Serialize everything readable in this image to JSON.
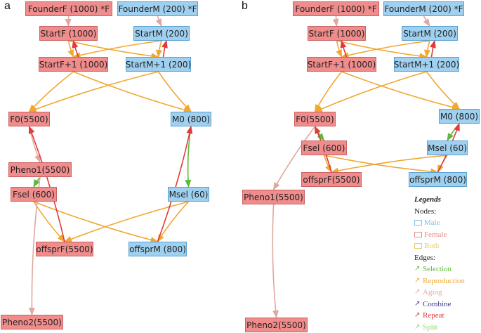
{
  "panels": [
    {
      "label": "a",
      "nodes": [
        {
          "id": "a_founderF",
          "label": "FounderF (1000) *F",
          "sex": "female"
        },
        {
          "id": "a_founderM",
          "label": "FounderM (200) *F",
          "sex": "male"
        },
        {
          "id": "a_startF",
          "label": "StartF (1000)",
          "sex": "female"
        },
        {
          "id": "a_startM",
          "label": "StartM (200)",
          "sex": "male"
        },
        {
          "id": "a_startF1",
          "label": "StartF+1 (1000)",
          "sex": "female"
        },
        {
          "id": "a_startM1",
          "label": "StartM+1 (200)",
          "sex": "male"
        },
        {
          "id": "a_f0",
          "label": "F0(5500)",
          "sex": "female"
        },
        {
          "id": "a_m0",
          "label": "M0 (800)",
          "sex": "male"
        },
        {
          "id": "a_pheno1",
          "label": "Pheno1(5500)",
          "sex": "female"
        },
        {
          "id": "a_fsel",
          "label": "Fsel (600)",
          "sex": "female"
        },
        {
          "id": "a_msel",
          "label": "Msel (60)",
          "sex": "male"
        },
        {
          "id": "a_offF",
          "label": "offsprF(5500)",
          "sex": "female"
        },
        {
          "id": "a_offM",
          "label": "offsprM (800)",
          "sex": "male"
        },
        {
          "id": "a_pheno2",
          "label": "Pheno2(5500)",
          "sex": "female"
        }
      ],
      "edges": [
        {
          "from": "a_founderF",
          "to": "a_startF",
          "type": "aging"
        },
        {
          "from": "a_founderM",
          "to": "a_startM",
          "type": "aging"
        },
        {
          "from": "a_startF",
          "to": "a_startF1",
          "type": "reproduction"
        },
        {
          "from": "a_startF",
          "to": "a_startM1",
          "type": "reproduction"
        },
        {
          "from": "a_startM",
          "to": "a_startF1",
          "type": "reproduction"
        },
        {
          "from": "a_startM",
          "to": "a_startM1",
          "type": "reproduction"
        },
        {
          "from": "a_startF1",
          "to": "a_startF",
          "type": "repeat"
        },
        {
          "from": "a_startM1",
          "to": "a_startM",
          "type": "repeat"
        },
        {
          "from": "a_startF1",
          "to": "a_f0",
          "type": "reproduction"
        },
        {
          "from": "a_startF1",
          "to": "a_m0",
          "type": "reproduction"
        },
        {
          "from": "a_startM1",
          "to": "a_f0",
          "type": "reproduction"
        },
        {
          "from": "a_startM1",
          "to": "a_m0",
          "type": "reproduction"
        },
        {
          "from": "a_f0",
          "to": "a_pheno1",
          "type": "aging"
        },
        {
          "from": "a_pheno1",
          "to": "a_fsel",
          "type": "selection"
        },
        {
          "from": "a_m0",
          "to": "a_msel",
          "type": "selection"
        },
        {
          "from": "a_fsel",
          "to": "a_offF",
          "type": "reproduction"
        },
        {
          "from": "a_fsel",
          "to": "a_offM",
          "type": "reproduction"
        },
        {
          "from": "a_msel",
          "to": "a_offF",
          "type": "reproduction"
        },
        {
          "from": "a_msel",
          "to": "a_offM",
          "type": "reproduction"
        },
        {
          "from": "a_offF",
          "to": "a_f0",
          "type": "repeat"
        },
        {
          "from": "a_offM",
          "to": "a_m0",
          "type": "repeat"
        },
        {
          "from": "a_pheno1",
          "to": "a_pheno2",
          "type": "aging"
        }
      ]
    },
    {
      "label": "b",
      "nodes": [
        {
          "id": "b_founderF",
          "label": "FounderF (1000) *F",
          "sex": "female"
        },
        {
          "id": "b_founderM",
          "label": "FounderM (200) *F",
          "sex": "male"
        },
        {
          "id": "b_startF",
          "label": "StartF (1000)",
          "sex": "female"
        },
        {
          "id": "b_startM",
          "label": "StartM (200)",
          "sex": "male"
        },
        {
          "id": "b_startF1",
          "label": "StartF+1 (1000)",
          "sex": "female"
        },
        {
          "id": "b_startM1",
          "label": "StartM+1 (200)",
          "sex": "male"
        },
        {
          "id": "b_f0",
          "label": "F0(5500)",
          "sex": "female"
        },
        {
          "id": "b_m0",
          "label": "M0 (800)",
          "sex": "male"
        },
        {
          "id": "b_fsel",
          "label": "Fsel (600)",
          "sex": "female"
        },
        {
          "id": "b_msel",
          "label": "Msel (60)",
          "sex": "male"
        },
        {
          "id": "b_offF",
          "label": "offsprF(5500)",
          "sex": "female"
        },
        {
          "id": "b_offM",
          "label": "offsprM (800)",
          "sex": "male"
        },
        {
          "id": "b_pheno1",
          "label": "Pheno1(5500)",
          "sex": "female"
        },
        {
          "id": "b_pheno2",
          "label": "Pheno2(5500)",
          "sex": "female"
        }
      ],
      "edges": [
        {
          "from": "b_founderF",
          "to": "b_startF",
          "type": "aging"
        },
        {
          "from": "b_founderM",
          "to": "b_startM",
          "type": "aging"
        },
        {
          "from": "b_startF",
          "to": "b_startF1",
          "type": "reproduction"
        },
        {
          "from": "b_startF",
          "to": "b_startM1",
          "type": "reproduction"
        },
        {
          "from": "b_startM",
          "to": "b_startF1",
          "type": "reproduction"
        },
        {
          "from": "b_startM",
          "to": "b_startM1",
          "type": "reproduction"
        },
        {
          "from": "b_startF1",
          "to": "b_startF",
          "type": "repeat"
        },
        {
          "from": "b_startM1",
          "to": "b_startM",
          "type": "repeat"
        },
        {
          "from": "b_startF1",
          "to": "b_f0",
          "type": "reproduction"
        },
        {
          "from": "b_startF1",
          "to": "b_m0",
          "type": "reproduction"
        },
        {
          "from": "b_startM1",
          "to": "b_f0",
          "type": "reproduction"
        },
        {
          "from": "b_startM1",
          "to": "b_m0",
          "type": "reproduction"
        },
        {
          "from": "b_f0",
          "to": "b_fsel",
          "type": "selection"
        },
        {
          "from": "b_m0",
          "to": "b_msel",
          "type": "selection"
        },
        {
          "from": "b_fsel",
          "to": "b_offF",
          "type": "reproduction"
        },
        {
          "from": "b_fsel",
          "to": "b_offM",
          "type": "reproduction"
        },
        {
          "from": "b_msel",
          "to": "b_offF",
          "type": "reproduction"
        },
        {
          "from": "b_msel",
          "to": "b_offM",
          "type": "reproduction"
        },
        {
          "from": "b_offF",
          "to": "b_f0",
          "type": "repeat"
        },
        {
          "from": "b_offM",
          "to": "b_m0",
          "type": "repeat"
        },
        {
          "from": "b_f0",
          "to": "b_pheno1",
          "type": "aging"
        },
        {
          "from": "b_pheno1",
          "to": "b_pheno2",
          "type": "aging"
        }
      ]
    }
  ],
  "legend": {
    "title": "Legends",
    "nodes_heading": "Nodes:",
    "node_types": [
      {
        "key": "male",
        "label": "Male",
        "color": "#7fbfe6"
      },
      {
        "key": "female",
        "label": "Female",
        "color": "#e88a8a"
      },
      {
        "key": "both",
        "label": "Both",
        "color": "#e8cc6a"
      }
    ],
    "edges_heading": "Edges:",
    "edge_types": [
      {
        "key": "selection",
        "label": "Selection",
        "color": "#5fb83a"
      },
      {
        "key": "reproduction",
        "label": "Reproduction",
        "color": "#f0a830"
      },
      {
        "key": "aging",
        "label": "Aging",
        "color": "#e0a89e"
      },
      {
        "key": "combine",
        "label": "Combine",
        "color": "#3c3c8c"
      },
      {
        "key": "repeat",
        "label": "Repeat",
        "color": "#e03a3a"
      },
      {
        "key": "split",
        "label": "Split",
        "color": "#8ad66a"
      }
    ]
  }
}
